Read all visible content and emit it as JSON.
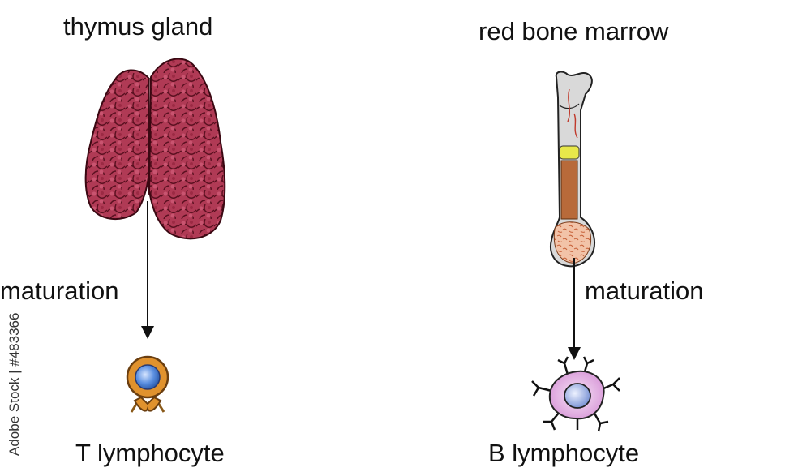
{
  "labels": {
    "thymus": "thymus gland",
    "marrow": "red bone marrow",
    "maturation_left": "maturation",
    "maturation_right": "maturation",
    "t_cell": "T lymphocyte",
    "b_cell": "B lymphocyte"
  },
  "watermark": "Adobe Stock | #483366",
  "colors": {
    "thymus_fill": "#b03a55",
    "thymus_dark": "#5a1020",
    "bone_fill": "#d9d9d9",
    "marrow_fill": "#b86a3a",
    "t_cell_fill": "#e0922e",
    "t_cell_nucleus": "#5b8fe0",
    "b_cell_fill": "#e8b5e8",
    "b_cell_nucleus": "#8aa4e0",
    "arrow": "#111111"
  },
  "icons": [
    "thymus-gland-icon",
    "femur-bone-icon",
    "t-lymphocyte-icon",
    "b-lymphocyte-icon"
  ]
}
